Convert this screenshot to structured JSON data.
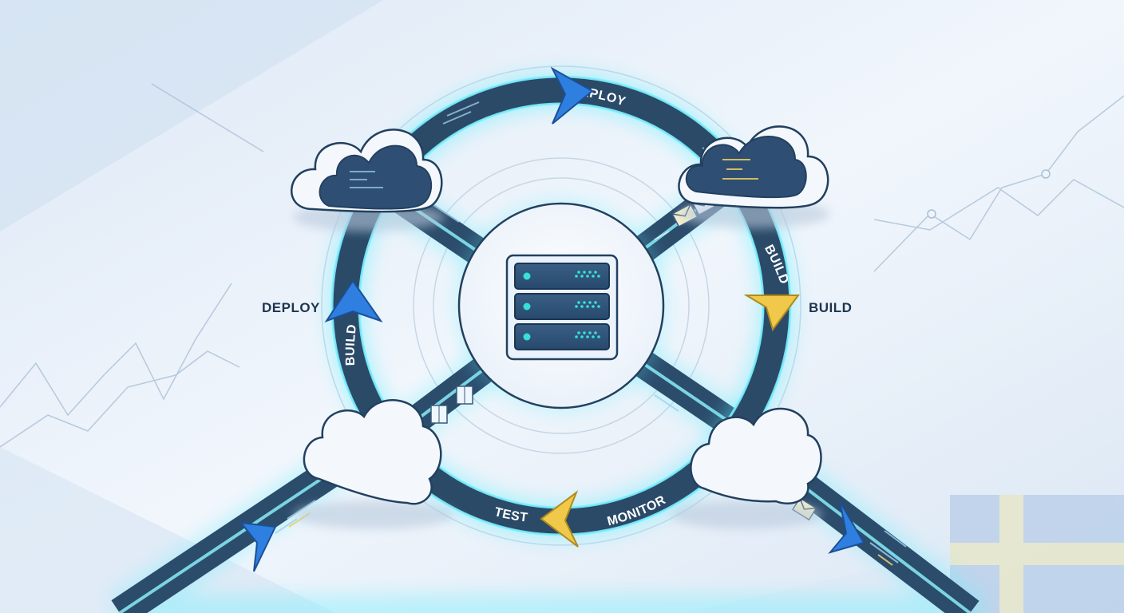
{
  "ring_labels": {
    "deploy_top": "DEPLOY",
    "build_right": "BUILD",
    "build_left": "BUILD",
    "test_bottom": "TEST",
    "monitor_bottom": "MONITOR"
  },
  "outer_labels": {
    "deploy_left": "DEPLOY",
    "build_right": "BUILD"
  },
  "colors": {
    "background": "#eaf1f9",
    "ring_dark": "#2a4a68",
    "glow_cyan": "#5ff0ff",
    "arrow_blue": "#2f7fe0",
    "arrow_yellow": "#f0c84a",
    "cloud_dark": "#2e4f73",
    "cloud_light": "#f4f8fd",
    "outline": "#23405f",
    "label_text": "#1d3550",
    "ring_label_text": "#ffffff",
    "server_led": "#36e0d8"
  },
  "icons": {
    "center": "server-rack-icon",
    "clouds": [
      "cloud-icon",
      "cloud-icon",
      "cloud-icon",
      "cloud-icon"
    ],
    "packets": [
      "envelope-icon",
      "box-icon"
    ]
  }
}
